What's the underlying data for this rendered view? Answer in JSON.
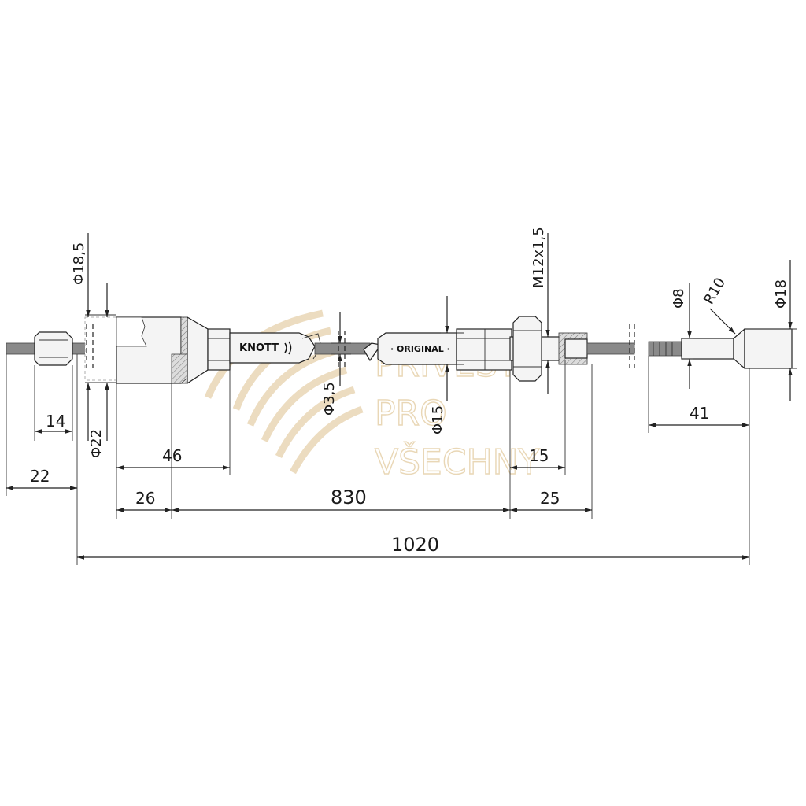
{
  "brand_label": "KNOTT",
  "original_label": "· ORIGINAL ·",
  "watermark": {
    "line1": "PŘÍVĚSY",
    "line2": "PRO",
    "line3": "VŠECHNY",
    "color": "#e9d7b6"
  },
  "dimensions": {
    "len_14": "14",
    "len_22": "22",
    "len_46": "46",
    "len_26": "26",
    "len_830": "830",
    "len_15": "15",
    "len_25": "25",
    "len_41": "41",
    "len_1020": "1020",
    "dia_18_5": "Φ18,5",
    "dia_22": "Φ22",
    "dia_3_5": "Φ3,5",
    "dia_15": "Φ15",
    "thread_m12": "M12x1,5",
    "dia_8": "Φ8",
    "radius_10": "R10",
    "dia_18": "Φ18"
  }
}
